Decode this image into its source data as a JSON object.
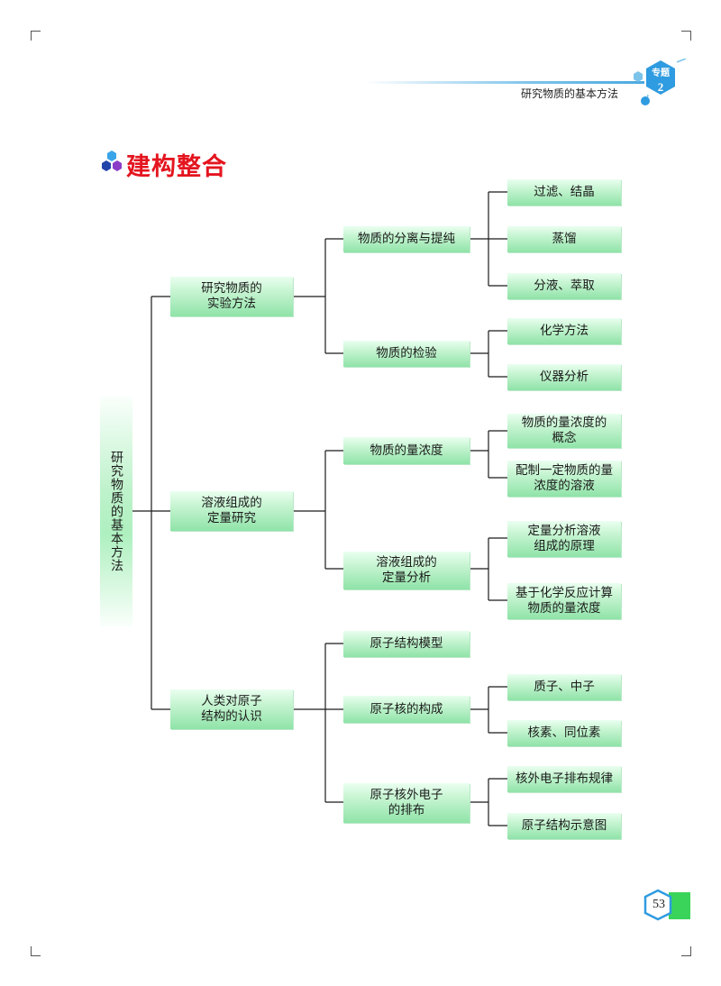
{
  "header": {
    "subject": "研究物质的基本方法",
    "badge_label": "专题",
    "badge_number": "2"
  },
  "section_title": "建构整合",
  "root": "研究物质的基本方法",
  "level1": [
    [
      "研究物质的",
      "实验方法"
    ],
    [
      "溶液组成的",
      "定量研究"
    ],
    [
      "人类对原子",
      "结构的认识"
    ]
  ],
  "level2": [
    [
      "物质的分离与提纯"
    ],
    [
      "物质的检验"
    ],
    [
      "物质的量浓度"
    ],
    [
      "溶液组成的",
      "定量分析"
    ],
    [
      "原子结构模型"
    ],
    [
      "原子核的构成"
    ],
    [
      "原子核外电子",
      "的排布"
    ]
  ],
  "level3": [
    [
      "过滤、结晶"
    ],
    [
      "蒸馏"
    ],
    [
      "分液、萃取"
    ],
    [
      "化学方法"
    ],
    [
      "仪器分析"
    ],
    [
      "物质的量浓度的",
      "概念"
    ],
    [
      "配制一定物质的量",
      "浓度的溶液"
    ],
    [
      "定量分析溶液",
      "组成的原理"
    ],
    [
      "基于化学反应计算",
      "物质的量浓度"
    ],
    [
      "质子、中子"
    ],
    [
      "核素、同位素"
    ],
    [
      "核外电子排布规律"
    ],
    [
      "原子结构示意图"
    ]
  ],
  "page_number": "53",
  "colors": {
    "title_red": "#e4151f",
    "box_green": "#8fe3a8",
    "badge_blue": "#2f9be0"
  }
}
